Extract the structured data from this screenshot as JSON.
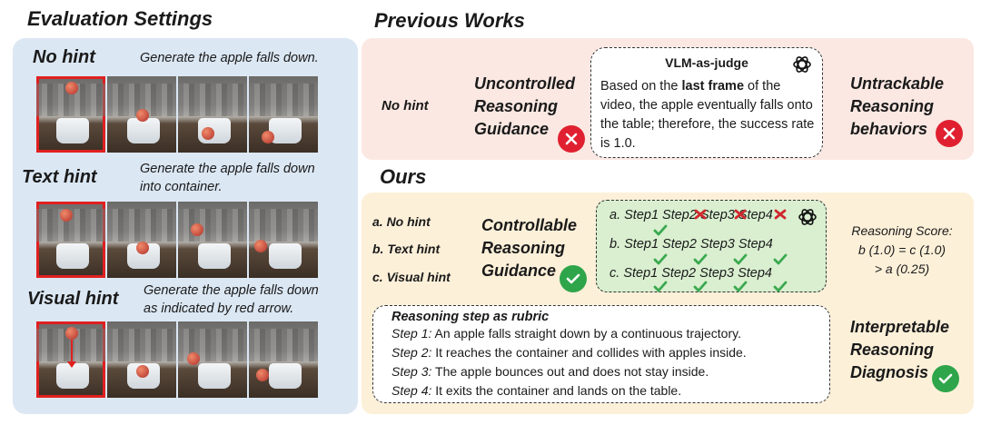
{
  "left": {
    "title": "Evaluation Settings",
    "hints": [
      {
        "label": "No hint",
        "prompt_lines": [
          "Generate the apple falls down."
        ]
      },
      {
        "label": "Text hint",
        "prompt_lines": [
          "Generate the apple falls  down",
          "into container."
        ]
      },
      {
        "label": "Visual hint",
        "prompt_lines": [
          "Generate the apple falls down",
          " as indicated by red arrow."
        ]
      }
    ]
  },
  "previous": {
    "title": "Previous Works",
    "no_hint": "No hint",
    "guidance_lines": [
      "Uncontrolled",
      "Reasoning",
      "Guidance"
    ],
    "judge_title": "VLM-as-judge",
    "judge_text_pre": "Based on the ",
    "judge_text_bold": "last frame",
    "judge_text_post": " of the video, the apple eventually falls onto the table; therefore, the success rate is 1.0.",
    "behavior_lines": [
      "Untrackable",
      "Reasoning",
      "behaviors"
    ]
  },
  "ours": {
    "title": "Ours",
    "hint_list": [
      "a. No hint",
      "b. Text hint",
      "c. Visual hint"
    ],
    "guidance_lines": [
      "Controllable",
      "Reasoning",
      "Guidance"
    ],
    "step_rows": [
      {
        "prefix": "a.",
        "steps": "Step1 Step2 Step3 Step4",
        "marks": [
          "check",
          "cross",
          "cross",
          "cross"
        ]
      },
      {
        "prefix": "b.",
        "steps": "Step1 Step2 Step3 Step4",
        "marks": [
          "check",
          "check",
          "check",
          "check"
        ]
      },
      {
        "prefix": "c.",
        "steps": "Step1 Step2 Step3 Step4",
        "marks": [
          "check",
          "check",
          "check",
          "check"
        ]
      }
    ],
    "score_lines": [
      "Reasoning Score:",
      "b (1.0) = c (1.0)",
      "> a (0.25)"
    ],
    "rubric_title": "Reasoning step as rubric",
    "rubric": [
      {
        "step": "Step 1:",
        "text": " An apple falls straight down by a continuous trajectory."
      },
      {
        "step": "Step 2:",
        "text": " It reaches the container and collides with apples inside."
      },
      {
        "step": "Step 3:",
        "text": " The apple bounces out and does not stay inside."
      },
      {
        "step": "Step 4:",
        "text": " It exits the container and lands on the table."
      }
    ],
    "diagnosis_lines": [
      "Interpretable",
      "Reasoning",
      "Diagnosis"
    ]
  },
  "colors": {
    "left_bg": "#dbe7f3",
    "prev_bg": "#fbe8e2",
    "ours_bg": "#fdf0d9",
    "steps_bg": "#d9efd0",
    "cross_badge": "#e02030",
    "check_badge": "#2ea54a",
    "highlight_frame": "#e02020"
  },
  "icons": [
    "openai-logo-icon",
    "cross-badge-icon",
    "check-badge-icon",
    "red-arrow-icon"
  ]
}
